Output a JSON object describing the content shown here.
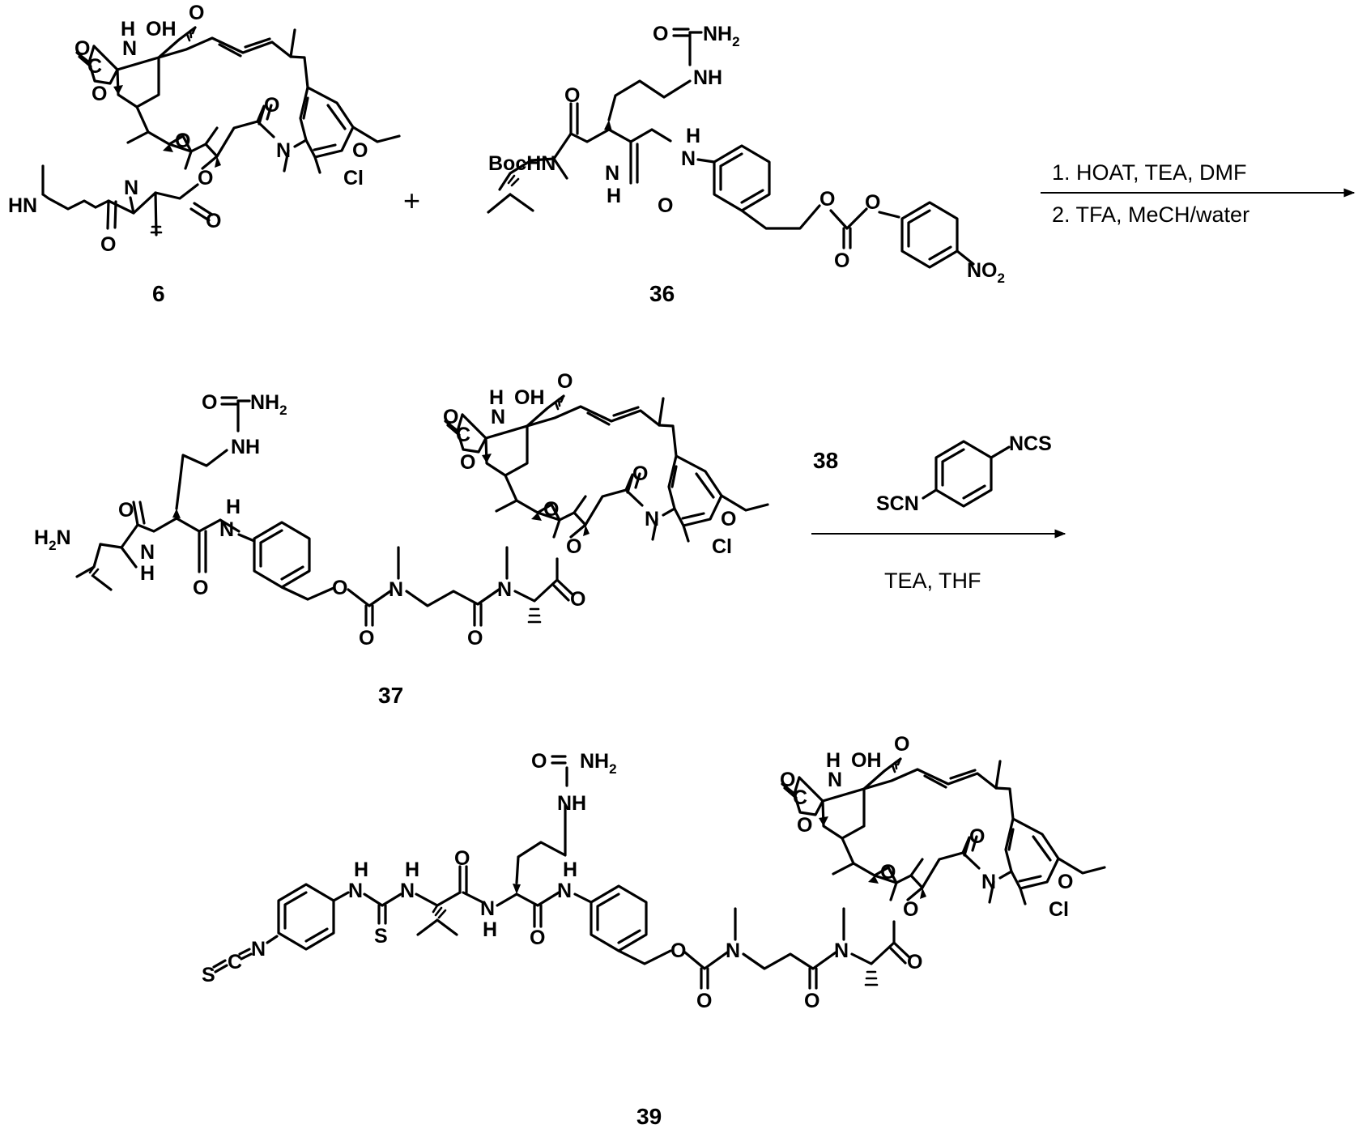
{
  "compounds": {
    "c6": "6",
    "c36": "36",
    "c37": "37",
    "c38": "38",
    "c39": "39"
  },
  "operators": {
    "plus": "+"
  },
  "reaction1": {
    "step1": "1. HOAT, TEA, DMF",
    "step2": "2. TFA, MeCH/water"
  },
  "reaction2": {
    "reagent": "38",
    "conditions": "TEA, THF"
  },
  "atoms": {
    "O": "O",
    "N": "N",
    "H": "H",
    "NH": "NH",
    "HN": "HN",
    "OH": "OH",
    "Cl": "Cl",
    "S": "S",
    "NH2": "NH",
    "NH2_sub": "2",
    "H2N": "H",
    "H2N_sub": "2",
    "H2N_tail": "N",
    "NO2": "NO",
    "NO2_sub": "2",
    "BocHN": "BocHN",
    "NCS": "NCS",
    "SCN": "SCN",
    "C": "C"
  },
  "colors": {
    "ink": "#000000",
    "background": "#ffffff"
  }
}
